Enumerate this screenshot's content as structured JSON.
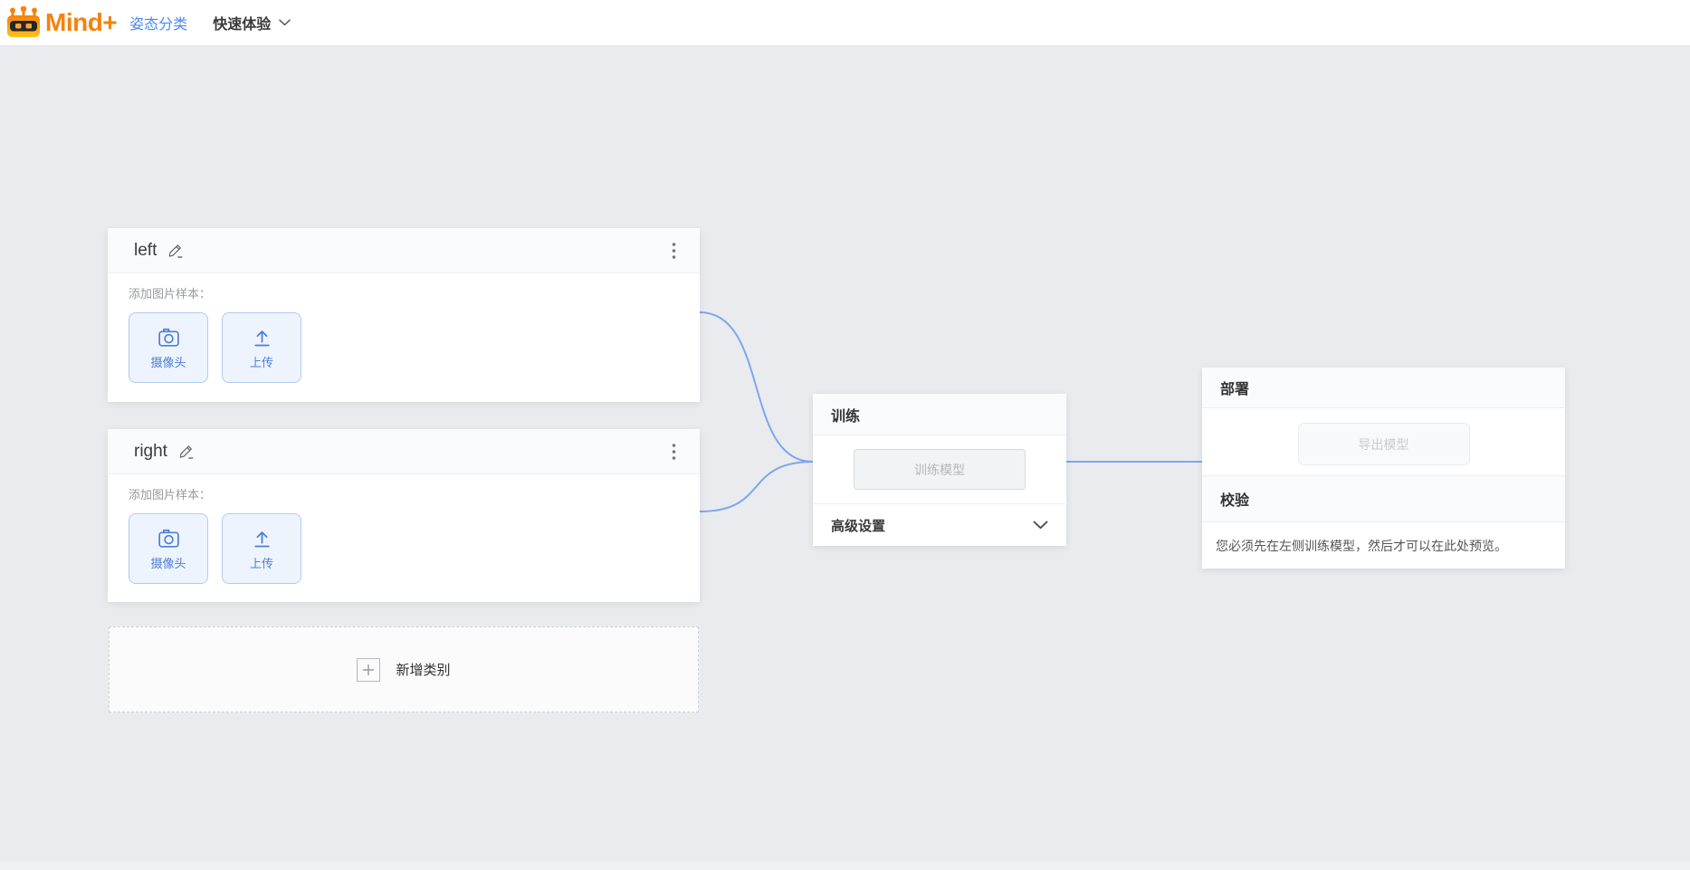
{
  "navbar": {
    "brand": "Mind+",
    "project_type": "姿态分类",
    "mode": "快速体验"
  },
  "class_cards": [
    {
      "title": "left",
      "samples_label": "添加图片样本：",
      "camera_button": "摄像头",
      "upload_button": "上传"
    },
    {
      "title": "right",
      "samples_label": "添加图片样本：",
      "camera_button": "摄像头",
      "upload_button": "上传"
    }
  ],
  "add_class_card": {
    "label": "新增类别"
  },
  "training_card": {
    "title": "训练",
    "train_button": "训练模型",
    "advanced_settings": "高级设置"
  },
  "deploy_card": {
    "title": "部署",
    "export_button": "导出模型"
  },
  "validation_card": {
    "title": "校验",
    "message": "您必须先在左侧训练模型，然后才可以在此处预览。"
  },
  "colors": {
    "brand_orange": "#f5820d",
    "link_blue": "#4a89f3",
    "connector_blue": "#7da7ea",
    "sample_button_blue": "#4b7fd6",
    "sample_button_bg": "#eef4fd",
    "sample_button_border": "#b0cbf3",
    "canvas_bg": "#e9ebee"
  }
}
